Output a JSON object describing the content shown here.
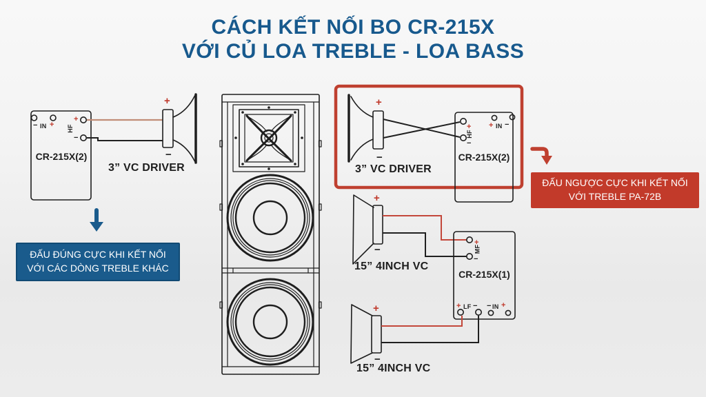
{
  "title": {
    "line1": "CÁCH KẾT NỐI BO CR-215X",
    "line2": "VỚI CỦ LOA TREBLE - LOA BASS"
  },
  "colors": {
    "title_blue": "#17598d",
    "note_blue": "#1a5b8c",
    "note_blue_border": "#114a74",
    "accent_red": "#c0392b",
    "callout_red": "#c23a2a",
    "frame_red": "#bf4030",
    "wire_red": "#c3473a",
    "wire_salmon": "#c18d77",
    "line_dark": "#1e1e1e"
  },
  "left_unit": {
    "board_label": "CR-215X(2)",
    "in_group": {
      "minus": "−",
      "label": "IN",
      "plus": "+"
    },
    "hf_group": {
      "plus": "+",
      "label": "HF",
      "minus": "−"
    },
    "driver": {
      "plus": "+",
      "minus": "−",
      "label": "3” VC DRIVER"
    }
  },
  "left_note": {
    "line1": "ĐẤU ĐÚNG CỰC KHI KẾT NỐI",
    "line2": "VỚI CÁC DÒNG TREBLE KHÁC"
  },
  "right_unit": {
    "board_label": "CR-215X(2)",
    "in_group": {
      "plus": "+",
      "label": "IN",
      "minus": "−"
    },
    "hf_group": {
      "plus": "+",
      "label": "HF",
      "minus": "−"
    },
    "driver": {
      "plus": "+",
      "minus": "−",
      "label": "3” VC DRIVER"
    }
  },
  "right_note": {
    "line1": "ĐẤU NGƯỢC CỰC KHI KẾT NỐI",
    "line2": "VỚI TREBLE PA-72B"
  },
  "crossover": {
    "board_label": "CR-215X(1)",
    "mf_group": {
      "plus": "+",
      "label": "MF",
      "minus": "−"
    },
    "lf_group": {
      "plus": "+",
      "label": "LF",
      "minus": "−"
    },
    "in_group": {
      "minus": "−",
      "label": "IN",
      "plus": "+"
    },
    "mid_woofer": {
      "plus": "+",
      "minus": "−",
      "label": "15” 4INCH VC"
    },
    "low_woofer": {
      "plus": "+",
      "minus": "−",
      "label": "15” 4INCH VC"
    }
  }
}
